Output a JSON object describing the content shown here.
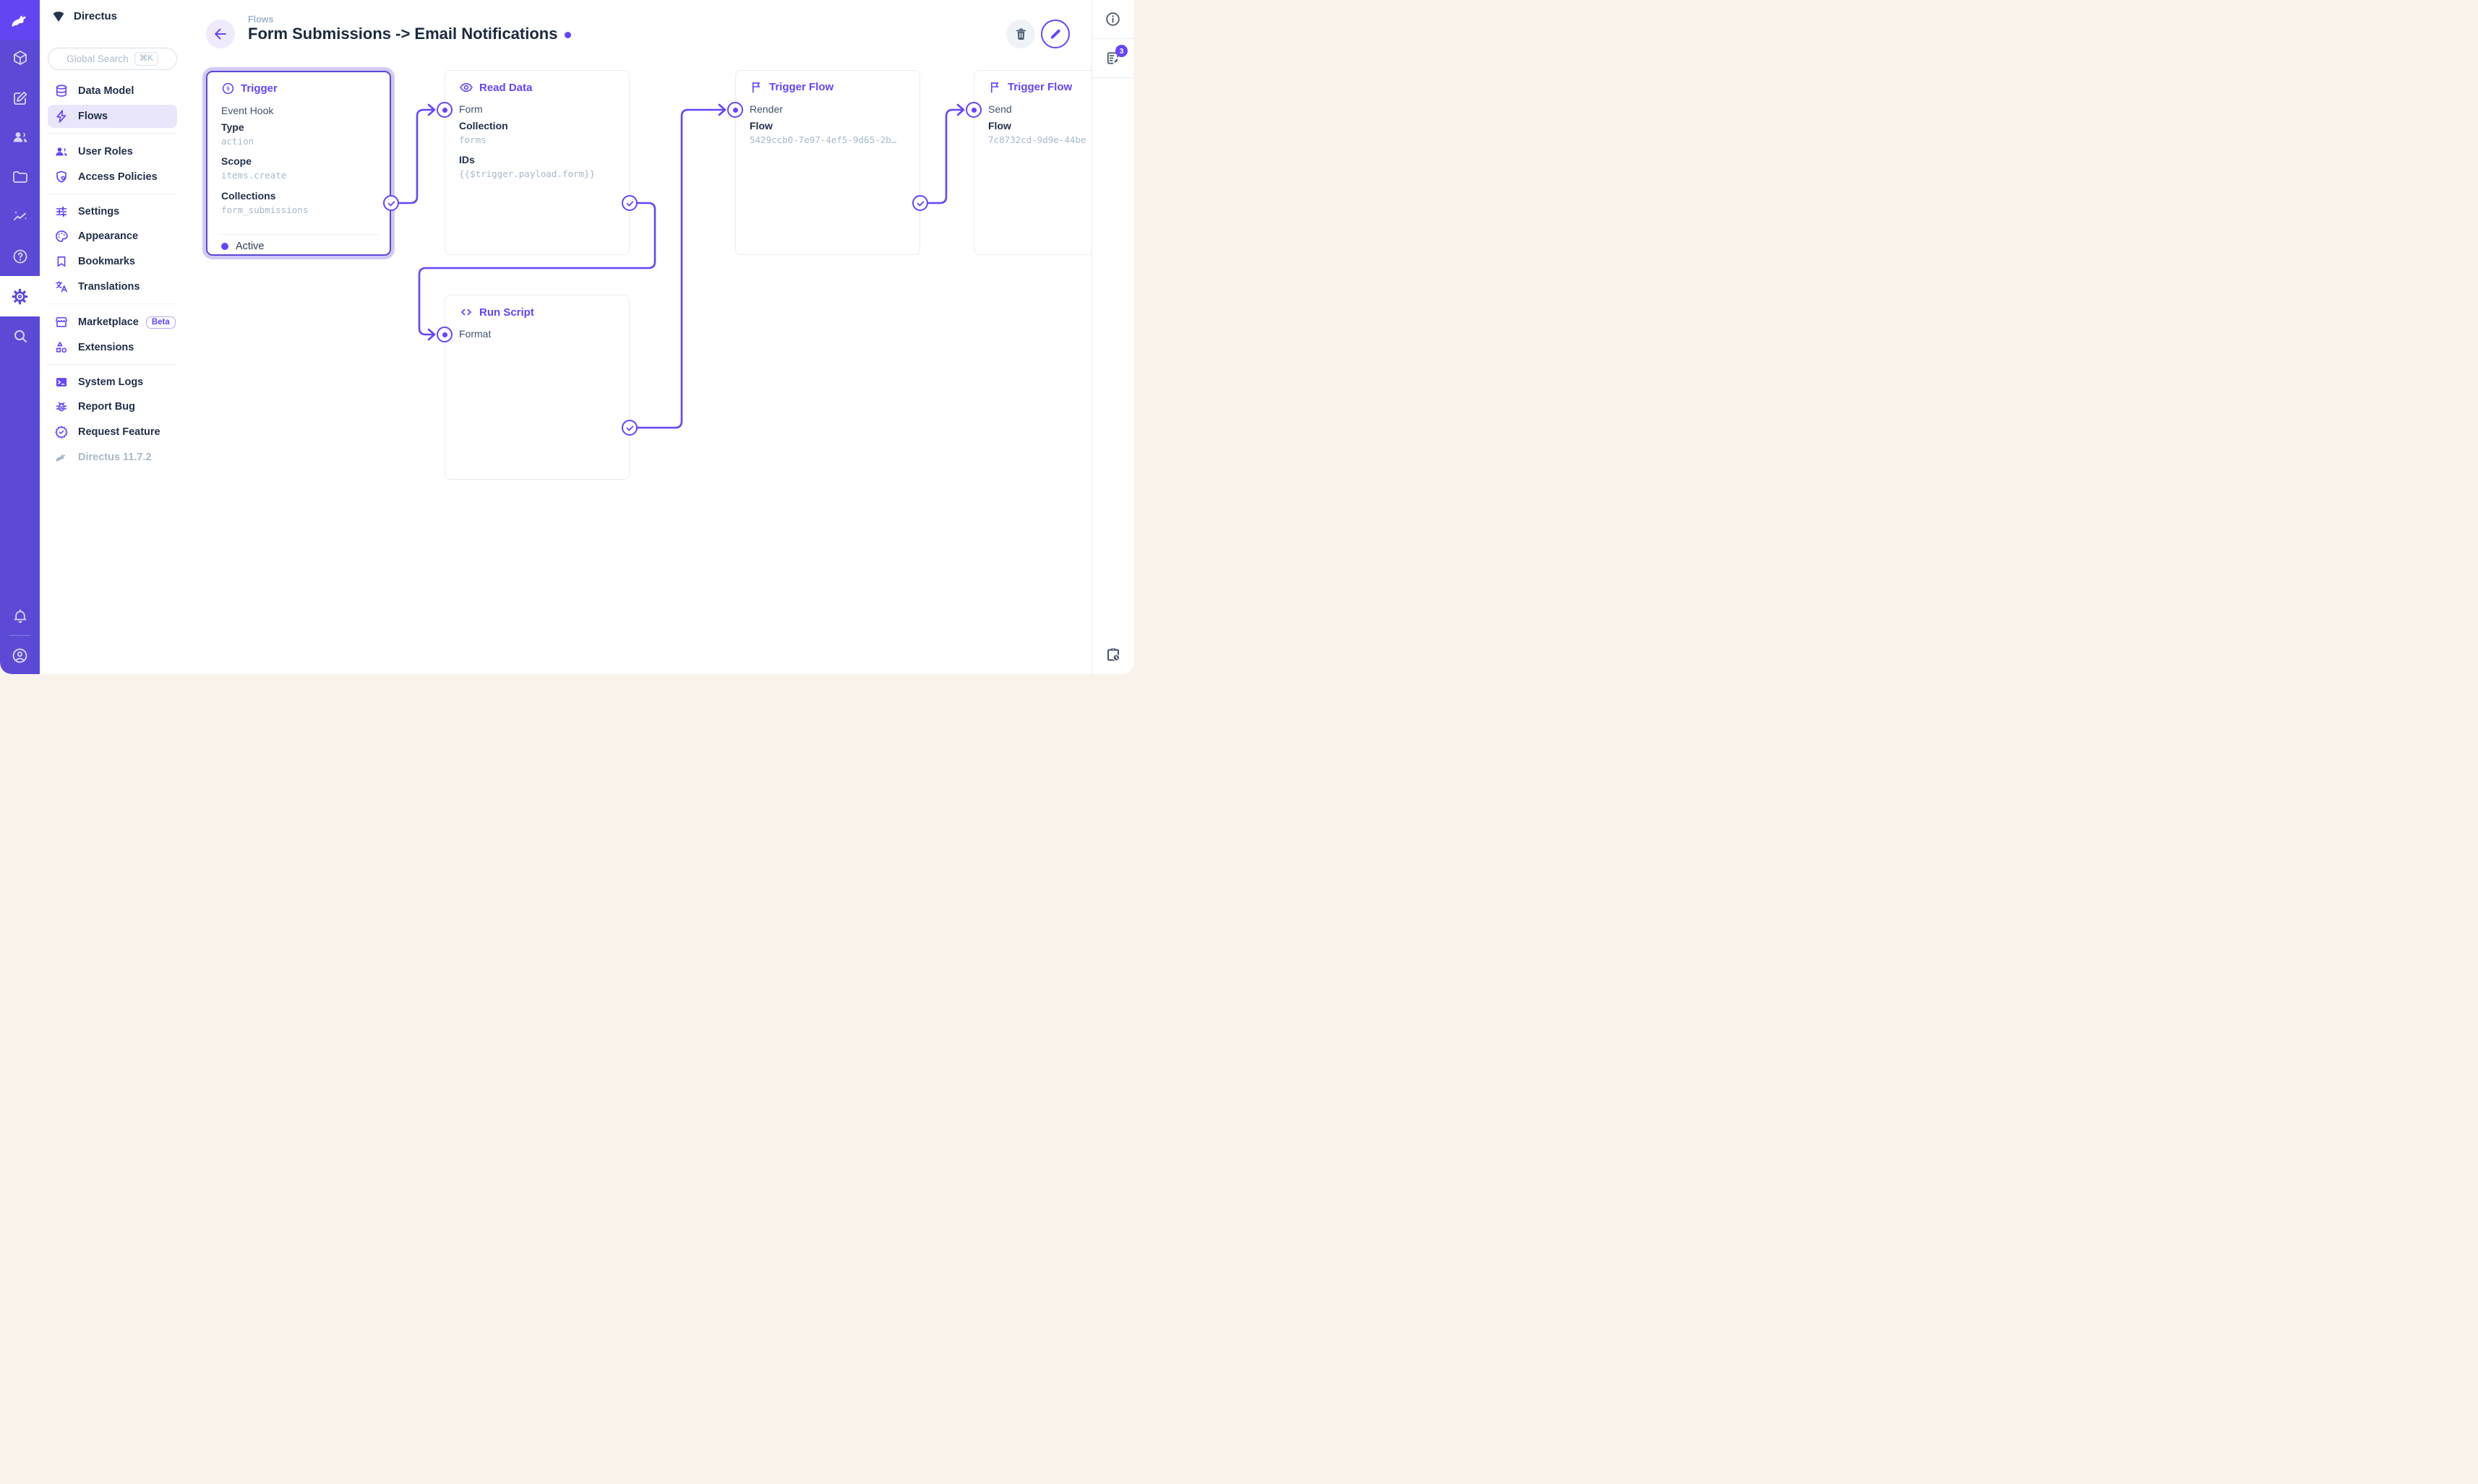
{
  "colors": {
    "accent": "#6644FF",
    "module_bar": "#5C4AD6",
    "logo_tile": "#6345F2",
    "nav_active_bg": "#E9E5FB",
    "selection_glow": "#D2C9F4",
    "subdued_text": "#A8B8CC",
    "backdrop": "#F9F2EB"
  },
  "project": {
    "name": "Directus",
    "version": "Directus 11.7.2"
  },
  "nav": {
    "search": {
      "placeholder": "Global Search",
      "shortcut": "⌘K"
    },
    "items": [
      {
        "label": "Data Model"
      },
      {
        "label": "Flows",
        "active": true
      },
      {
        "label": "User Roles"
      },
      {
        "label": "Access Policies"
      },
      {
        "label": "Settings"
      },
      {
        "label": "Appearance"
      },
      {
        "label": "Bookmarks"
      },
      {
        "label": "Translations"
      },
      {
        "label": "Marketplace",
        "badge": "Beta"
      },
      {
        "label": "Extensions"
      },
      {
        "label": "System Logs"
      },
      {
        "label": "Report Bug"
      },
      {
        "label": "Request Feature"
      }
    ]
  },
  "header": {
    "breadcrumb": "Flows",
    "title": "Form Submissions -> Email Notifications"
  },
  "right_sidebar": {
    "logs_badge": "3"
  },
  "flow": {
    "nodes": [
      {
        "title": "Trigger",
        "connector_label": "Event Hook",
        "fields": [
          {
            "label": "Type",
            "value": "action"
          },
          {
            "label": "Scope",
            "value": "items.create"
          },
          {
            "label": "Collections",
            "value": "form_submissions"
          }
        ],
        "status": "Active"
      },
      {
        "title": "Read Data",
        "connector_label": "Form",
        "fields": [
          {
            "label": "Collection",
            "value": "forms"
          },
          {
            "label": "IDs",
            "value": "{{$trigger.payload.form}}"
          }
        ]
      },
      {
        "title": "Run Script",
        "connector_label": "Format",
        "fields": []
      },
      {
        "title": "Trigger Flow",
        "connector_label": "Render",
        "fields": [
          {
            "label": "Flow",
            "value": "5429ccb0-7e97-4ef5-9d65-2b…"
          }
        ]
      },
      {
        "title": "Trigger Flow",
        "connector_label": "Send",
        "fields": [
          {
            "label": "Flow",
            "value": "7c8732cd-9d9e-44be"
          }
        ]
      }
    ]
  }
}
